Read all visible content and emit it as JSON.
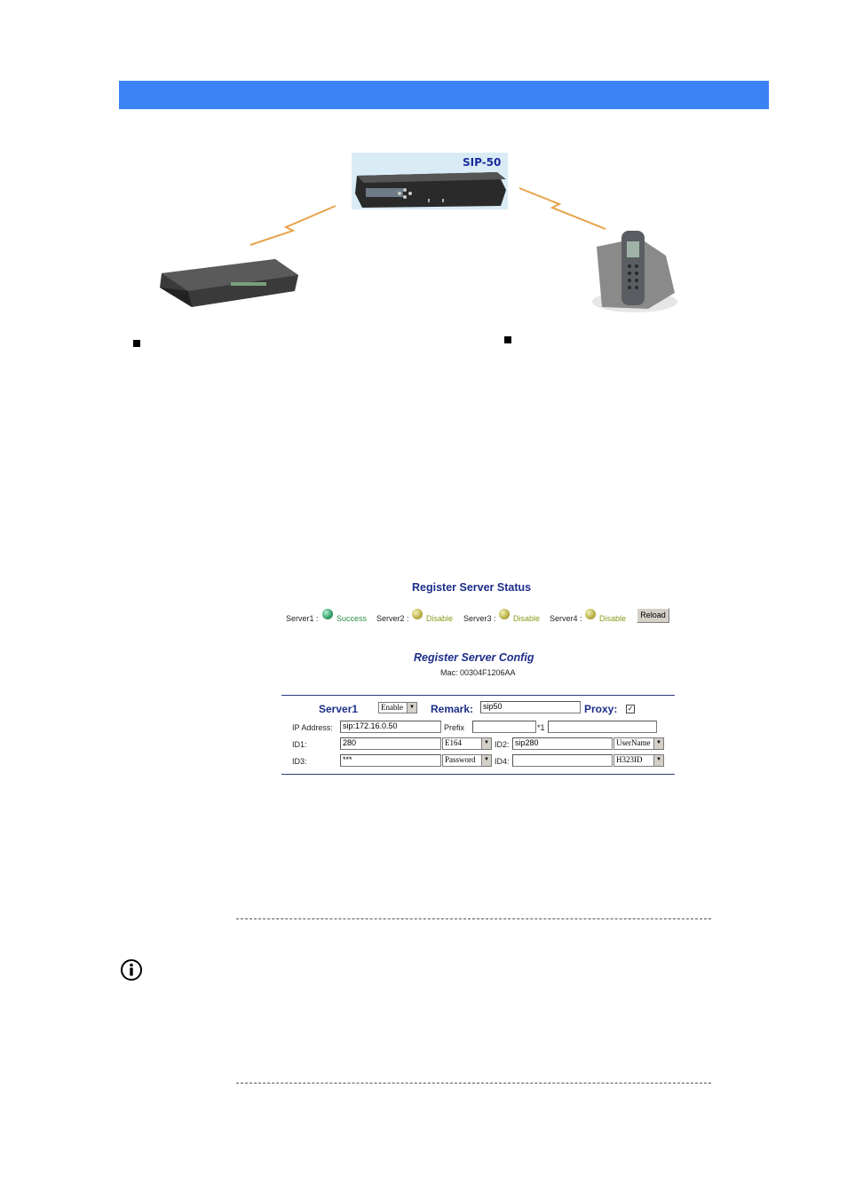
{
  "devices": {
    "center_label": "SIP-50"
  },
  "status": {
    "title": "Register Server Status",
    "servers": [
      {
        "label": "Server1 :",
        "state": "Success"
      },
      {
        "label": "Server2 :",
        "state": "Disable"
      },
      {
        "label": "Server3 :",
        "state": "Disable"
      },
      {
        "label": "Server4 :",
        "state": "Disable"
      }
    ],
    "reload_label": "Reload"
  },
  "config": {
    "title": "Register Server Config",
    "mac": "Mac: 00304F1206AA",
    "server_label": "Server1",
    "enable_value": "Enable",
    "remark_label": "Remark:",
    "remark_value": "sip50",
    "proxy_label": "Proxy:",
    "proxy_checked": "✓",
    "ip_label": "IP Address:",
    "ip_value": "sip:172.16.0.50",
    "prefix_label": "Prefix",
    "prefix_value": "",
    "star_label": "*1",
    "star_value": "",
    "id1_label": "ID1:",
    "id1_value": "280",
    "id1_type": "E164",
    "id2_label": "ID2:",
    "id2_value": "sip280",
    "id2_type": "UserName",
    "id3_label": "ID3:",
    "id3_value": "***",
    "id3_type": "Password",
    "id4_label": "ID4:",
    "id4_value": "",
    "id4_type": "H323ID"
  },
  "note": {
    "icon": "info-icon"
  }
}
